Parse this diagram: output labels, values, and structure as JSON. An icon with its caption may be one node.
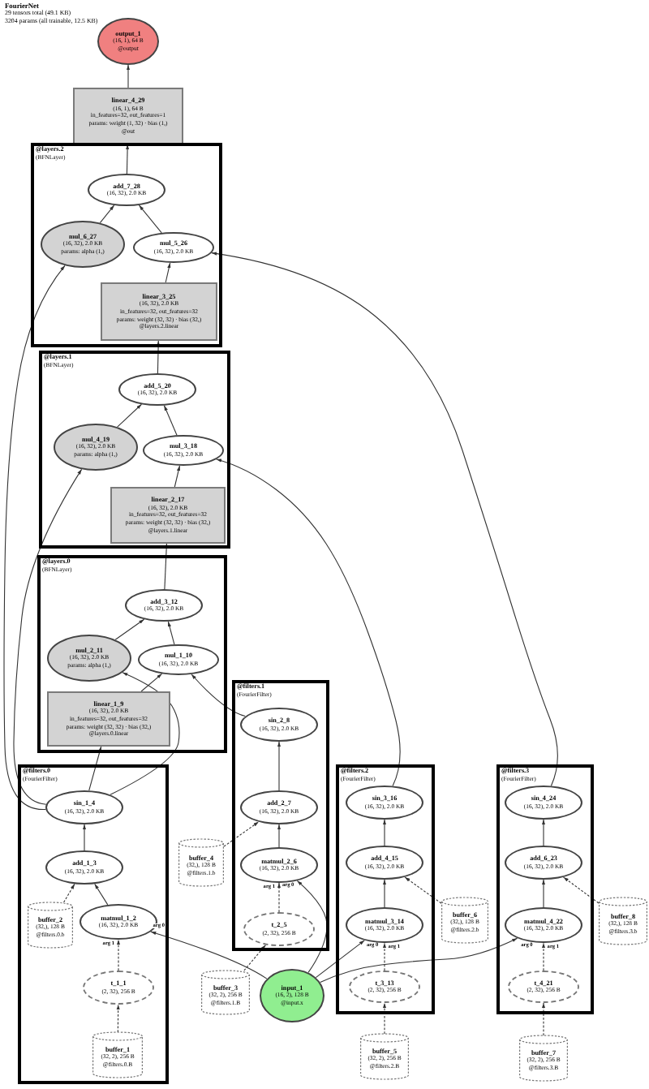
{
  "diagram": {
    "title": "FourierNet",
    "labels": [
      "29 tensors total (49.1 KB)",
      "3204 params (all trainable, 12.5 KB)"
    ],
    "nodes": [
      {
        "text": [
          "output_1",
          "(16, 1), 64 B",
          "@output"
        ]
      },
      {
        "text": [
          "linear_4_29",
          "(16, 1), 64 B",
          "in_features=32, out_features=1",
          "params: weight (1, 32) · bias (1,)",
          "@out"
        ]
      },
      {
        "text": [
          "@layers.2",
          "(BFNLayer)"
        ]
      },
      {
        "text": [
          "add_7_28",
          "(16, 32), 2.0 KB"
        ],
        "in": 2
      },
      {
        "text": [
          "mul_6_27",
          "(16, 32), 2.0 KB",
          "params: alpha (1,)"
        ],
        "in": 2
      },
      {
        "text": [
          "mul_5_26",
          "(16, 32), 2.0 KB"
        ],
        "in": 2
      },
      {
        "text": [
          "linear_3_25",
          "(16, 32), 2.0 KB",
          "in_features=32, out_features=32",
          "params: weight (32, 32) · bias (32,)",
          "@layers.2.linear"
        ],
        "in": 2
      },
      {
        "text": [
          "@layers.1",
          "(BFNLayer)"
        ]
      },
      {
        "text": [
          "add_5_20",
          "(16, 32), 2.0 KB"
        ],
        "in": 7
      },
      {
        "text": [
          "mul_4_19",
          "(16, 32), 2.0 KB",
          "params: alpha (1,)"
        ],
        "in": 7
      },
      {
        "text": [
          "mul_3_18",
          "(16, 32), 2.0 KB"
        ],
        "in": 7
      },
      {
        "text": [
          "linear_2_17",
          "(16, 32), 2.0 KB",
          "in_features=32, out_features=32",
          "params: weight (32, 32) · bias (32,)",
          "@layers.1.linear"
        ],
        "in": 7
      },
      {
        "text": [
          "@layers.0",
          "(BFNLayer)"
        ]
      },
      {
        "text": [
          "add_3_12",
          "(16, 32), 2.0 KB"
        ],
        "in": 12
      },
      {
        "text": [
          "mul_2_11",
          "(16, 32), 2.0 KB",
          "params: alpha (1,)"
        ],
        "in": 12
      },
      {
        "text": [
          "mul_1_10",
          "(16, 32), 2.0 KB"
        ],
        "in": 12
      },
      {
        "text": [
          "linear_1_9",
          "(16, 32), 2.0 KB",
          "in_features=32, out_features=32",
          "params: weight (32, 32) · bias (32,)",
          "@layers.0.linear"
        ],
        "in": 12
      },
      {
        "text": [
          "@filters.1",
          "(FourierFilter)"
        ]
      },
      {
        "text": [
          "sin_2_8",
          "(16, 32), 2.0 KB"
        ],
        "in": 17
      },
      {
        "text": [
          "add_2_7",
          "(16, 32), 2.0 KB"
        ],
        "in": 17
      },
      {
        "text": [
          "matmul_2_6",
          "(16, 32), 2.0 KB"
        ],
        "in": 17
      },
      {
        "text": [
          "t_2_5",
          "(2, 32), 256 B"
        ],
        "in": 17
      },
      {
        "text": [
          "@filters.0",
          "(FourierFilter)"
        ]
      },
      {
        "text": [
          "sin_1_4",
          "(16, 32), 2.0 KB"
        ],
        "in": 22
      },
      {
        "text": [
          "add_1_3",
          "(16, 32), 2.0 KB"
        ],
        "in": 22
      },
      {
        "text": [
          "buffer_2",
          "(32,), 128 B",
          "@filters.0.b"
        ],
        "in": 22
      },
      {
        "text": [
          "matmul_1_2",
          "(16, 32), 2.0 KB"
        ],
        "in": 22
      },
      {
        "text": [
          "t_1_1",
          "(2, 32), 256 B"
        ],
        "in": 22
      },
      {
        "text": [
          "buffer_1",
          "(32, 2), 256 B",
          "@filters.0.B"
        ],
        "in": 22
      },
      {
        "text": [
          "@filters.2",
          "(FourierFilter)"
        ]
      },
      {
        "text": [
          "sin_3_16",
          "(16, 32), 2.0 KB"
        ],
        "in": 29
      },
      {
        "text": [
          "add_4_15",
          "(16, 32), 2.0 KB"
        ],
        "in": 29
      },
      {
        "text": [
          "matmul_3_14",
          "(16, 32), 2.0 KB"
        ],
        "in": 29
      },
      {
        "text": [
          "t_3_13",
          "(2, 32), 256 B"
        ],
        "in": 29
      },
      {
        "text": [
          "@filters.3",
          "(FourierFilter)"
        ]
      },
      {
        "text": [
          "sin_4_24",
          "(16, 32), 2.0 KB"
        ],
        "in": 34
      },
      {
        "text": [
          "add_6_23",
          "(16, 32), 2.0 KB"
        ],
        "in": 34
      },
      {
        "text": [
          "matmul_4_22",
          "(16, 32), 2.0 KB"
        ],
        "in": 34
      },
      {
        "text": [
          "t_4_21",
          "(2, 32), 256 B"
        ],
        "in": 34
      },
      {
        "text": [
          "buffer_4",
          "(32,), 128 B",
          "@filters.1.b"
        ]
      },
      {
        "text": [
          "buffer_6",
          "(32,), 128 B",
          "@filters.2.b"
        ]
      },
      {
        "text": [
          "buffer_8",
          "(32,), 128 B",
          "@filters.3.b"
        ]
      },
      {
        "text": [
          "buffer_3",
          "(32, 2), 256 B",
          "@filters.1.B"
        ]
      },
      {
        "text": [
          "input_1",
          "(16, 2), 128 B",
          "@input.x"
        ]
      },
      {
        "text": [
          "buffer_5",
          "(32, 2), 256 B",
          "@filters.2.B"
        ]
      },
      {
        "text": [
          "buffer_7",
          "(32, 2), 256 B",
          "@filters.3.B"
        ]
      }
    ],
    "edges": [
      {
        "from": 1,
        "to": 0,
        "arrow": "to"
      },
      {
        "from": 3,
        "to": 1,
        "arrow": "to"
      },
      {
        "from": 4,
        "to": 3,
        "arrow": "to"
      },
      {
        "from": 5,
        "to": 3,
        "arrow": "to"
      },
      {
        "from": 6,
        "to": 5,
        "arrow": "to"
      },
      {
        "from": 35,
        "to": 5,
        "arrow": "to"
      },
      {
        "from": 23,
        "to": 4,
        "arrow": "to"
      },
      {
        "from": 8,
        "to": 6,
        "arrow": "to"
      },
      {
        "from": 9,
        "to": 8,
        "arrow": "to"
      },
      {
        "from": 10,
        "to": 8,
        "arrow": "to"
      },
      {
        "from": 11,
        "to": 10,
        "arrow": "to"
      },
      {
        "from": 30,
        "to": 10,
        "arrow": "to"
      },
      {
        "from": 23,
        "to": 9,
        "arrow": "to"
      },
      {
        "from": 13,
        "to": 11,
        "arrow": "to"
      },
      {
        "from": 14,
        "to": 13,
        "arrow": "to"
      },
      {
        "from": 15,
        "to": 13,
        "arrow": "to"
      },
      {
        "from": 16,
        "to": 15,
        "arrow": "to"
      },
      {
        "from": 18,
        "to": 15,
        "arrow": "to"
      },
      {
        "from": 23,
        "to": 14,
        "arrow": "to"
      },
      {
        "from": 23,
        "to": 16,
        "arrow": "to"
      },
      {
        "from": 19,
        "to": 18,
        "arrow": "to"
      },
      {
        "from": 20,
        "to": 19,
        "arrow": "to"
      },
      {
        "from": 39,
        "to": 19,
        "arrow": "to",
        "style": "dashed"
      },
      {
        "from": 21,
        "to": 20,
        "arrow": "to",
        "style": "dashed",
        "label": "arg 1"
      },
      {
        "from": 43,
        "to": 20,
        "arrow": "to",
        "label": "arg 0"
      },
      {
        "from": 42,
        "to": 21,
        "arrow": "to",
        "style": "dashed"
      },
      {
        "from": 24,
        "to": 23,
        "arrow": "to"
      },
      {
        "from": 26,
        "to": 24,
        "arrow": "to"
      },
      {
        "from": 25,
        "to": 24,
        "arrow": "to",
        "style": "dashed"
      },
      {
        "from": 27,
        "to": 26,
        "arrow": "to",
        "style": "dashed",
        "label": "arg 1"
      },
      {
        "from": 43,
        "to": 26,
        "arrow": "to",
        "label": "arg 0"
      },
      {
        "from": 28,
        "to": 27,
        "arrow": "to",
        "style": "dashed"
      },
      {
        "from": 31,
        "to": 30,
        "arrow": "to"
      },
      {
        "from": 32,
        "to": 31,
        "arrow": "to"
      },
      {
        "from": 40,
        "to": 31,
        "arrow": "to",
        "style": "dashed"
      },
      {
        "from": 33,
        "to": 32,
        "arrow": "to",
        "style": "dashed",
        "label": "arg 1"
      },
      {
        "from": 43,
        "to": 32,
        "arrow": "to",
        "label": "arg 0"
      },
      {
        "from": 44,
        "to": 33,
        "arrow": "to",
        "style": "dashed"
      },
      {
        "from": 36,
        "to": 35,
        "arrow": "to"
      },
      {
        "from": 37,
        "to": 36,
        "arrow": "to"
      },
      {
        "from": 41,
        "to": 36,
        "arrow": "to",
        "style": "dashed"
      },
      {
        "from": 38,
        "to": 37,
        "arrow": "to",
        "style": "dashed",
        "label": "arg 1"
      },
      {
        "from": 43,
        "to": 37,
        "arrow": "to",
        "label": "arg 0"
      },
      {
        "from": 45,
        "to": 38,
        "arrow": "to",
        "style": "dashed"
      }
    ]
  }
}
